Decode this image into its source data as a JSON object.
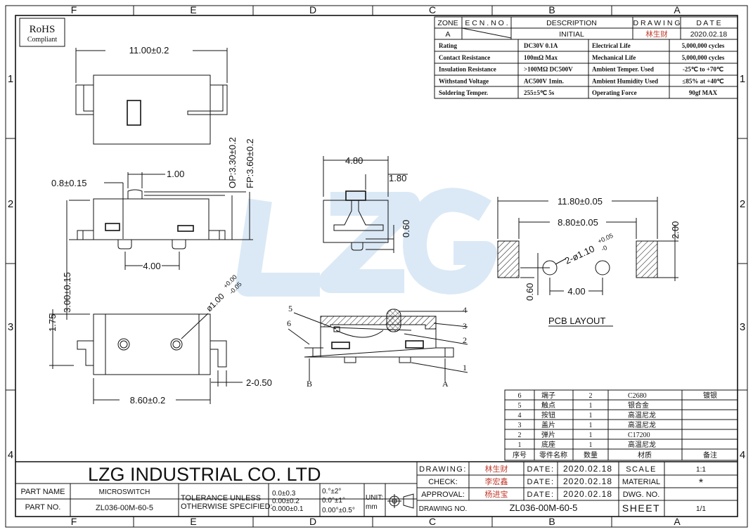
{
  "frame": {
    "columns": [
      "F",
      "E",
      "D",
      "C",
      "B",
      "A"
    ],
    "rows": [
      "1",
      "2",
      "3",
      "4"
    ]
  },
  "rohs": {
    "title": "RoHS",
    "subtitle": "Compliant"
  },
  "revision_table": {
    "headers": {
      "zone": "ZONE",
      "ecn": "E C N . N O .",
      "description": "DESCRIPTION",
      "drawing": "D R A W I N G",
      "date": "D A T E"
    },
    "row": {
      "zone": "A",
      "ecn": "",
      "description": "INITIAL",
      "drawing": "林生财",
      "date": "2020.02.18"
    }
  },
  "specs": [
    {
      "k1": "Rating",
      "v1": "DC30V 0.1A",
      "k2": "Electrical Life",
      "v2": "5,000,000 cycles"
    },
    {
      "k1": "Contact Resistance",
      "v1": "100mΩ Max",
      "k2": "Mechanical Life",
      "v2": "5,000,000 cycles"
    },
    {
      "k1": "Insulation Resistance",
      "v1": ">100MΩ DC500V",
      "k2": "Ambient Temper. Used",
      "v2": "-25℃ to +70℃"
    },
    {
      "k1": "Withstand Voltage",
      "v1": "AC500V 1min.",
      "k2": "Ambient Humidity Used",
      "v2": "≤85% at +40℃"
    },
    {
      "k1": "Soldering Temper.",
      "v1": "255±5℃ 5s",
      "k2": "Operating Force",
      "v2": "90gf MAX"
    }
  ],
  "dimensions": {
    "top_width": "11.00±0.2",
    "op": "OP:3.30±0.2",
    "fp": "FP:3.60±0.2",
    "button_width": "1.00",
    "button_offset": "0.8±0.15",
    "pin_pitch": "4.00",
    "height_total": "3.00±0.15",
    "front_width": "4.80",
    "front_slot": "1.80",
    "front_pin": "0.60",
    "bottom_height": "1.75",
    "hole_dia": "ø1.00",
    "hole_tol_up": "+0.00",
    "hole_tol_dn": "-0.05",
    "pad_gap": "2-0.50",
    "bottom_width": "8.60±0.2",
    "pcb_outer": "11.80±0.05",
    "pcb_inner": "8.80±0.05",
    "pcb_height": "2.00",
    "pcb_hole": "2-ø1.10",
    "pcb_hole_tol_up": "+0.05",
    "pcb_hole_tol_dn": "-0",
    "pcb_pin_pitch": "4.00",
    "pcb_offset": "0.60",
    "pcb_title": "PCB LAYOUT"
  },
  "section_callouts": {
    "n1": "1",
    "n2": "2",
    "n3": "3",
    "n4": "4",
    "n5": "5",
    "n6": "6",
    "a": "A",
    "b": "B"
  },
  "watermark": "LZG",
  "bom": {
    "rows": [
      {
        "no": "6",
        "name": "端子",
        "qty": "2",
        "material": "C2680",
        "note": "镀银"
      },
      {
        "no": "5",
        "name": "触点",
        "qty": "1",
        "material": "银合金",
        "note": ""
      },
      {
        "no": "4",
        "name": "按钮",
        "qty": "1",
        "material": "高温尼龙",
        "note": ""
      },
      {
        "no": "3",
        "name": "盖片",
        "qty": "1",
        "material": "高温尼龙",
        "note": ""
      },
      {
        "no": "2",
        "name": "弹片",
        "qty": "1",
        "material": "C17200",
        "note": ""
      },
      {
        "no": "1",
        "name": "底座",
        "qty": "1",
        "material": "高温尼龙",
        "note": ""
      }
    ],
    "headers": {
      "no": "序号",
      "name": "零件名称",
      "qty": "数量",
      "material": "材质",
      "note": "备注"
    }
  },
  "title_block": {
    "logo": "LZG",
    "company": "LZG  INDUSTRIAL  CO.  LTD",
    "part_name_label": "PART NAME",
    "part_name": "MICROSWITCH",
    "part_no_label": "PART NO.",
    "part_no": "ZL036-00M-60-5",
    "tolerance_label_1": "TOLERANCE  UNLESS",
    "tolerance_label_2": "OTHERWISE  SPECIFIED:",
    "tol_1": "0.0±0.3",
    "tol_2": "0.00±0.2",
    "tol_3": "0.000±0.1",
    "ang_1": "0.°±2°",
    "ang_2": "0.0°±1°",
    "ang_3": "0.00°±0.5°",
    "unit_label": "UNIT:",
    "unit": "mm",
    "drawing_label": "DRAWING:",
    "drawing_by": "林生财",
    "check_label": "CHECK:",
    "check_by": "李宏鑫",
    "approval_label": "APPROVAL:",
    "approval_by": "杨进宝",
    "date_label": "DATE:",
    "date_1": "2020.02.18",
    "date_2": "2020.02.18",
    "date_3": "2020.02.18",
    "scale_label": "SCALE",
    "scale": "1:1",
    "material_label": "MATERIAL",
    "material": "*",
    "dwg_no_label": "DWG. NO.",
    "dwg_no": "",
    "drawing_no_label": "DRAWING NO.",
    "drawing_no": "ZL036-00M-60-5",
    "sheet_label": "SHEET",
    "sheet": "1/1"
  },
  "colors": {
    "line": "#111111",
    "watermark": "#dbe9f6",
    "signature": "#c0392b"
  }
}
